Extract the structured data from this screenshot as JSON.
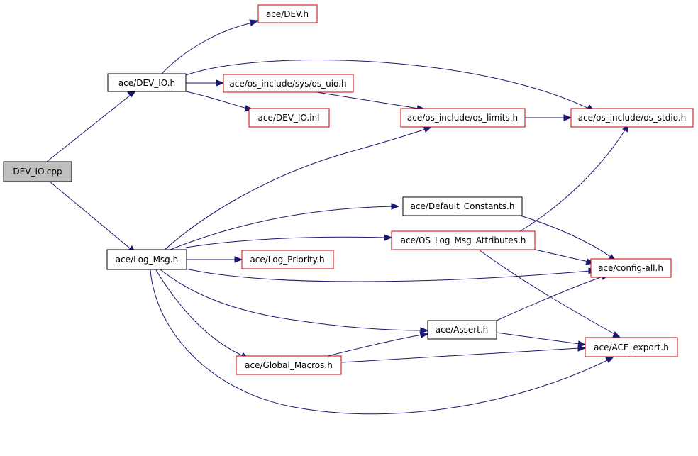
{
  "colors": {
    "edge": "#191970",
    "root_fill": "#bfbfbf",
    "node_border_black": "#000000",
    "node_border_red": "#cc0000",
    "background": "#ffffff"
  },
  "nodes": [
    {
      "id": "dev_io_cpp",
      "label": "DEV_IO.cpp",
      "style": "root"
    },
    {
      "id": "dev_io_h",
      "label": "ace/DEV_IO.h",
      "style": "black"
    },
    {
      "id": "log_msg_h",
      "label": "ace/Log_Msg.h",
      "style": "black"
    },
    {
      "id": "dev_h",
      "label": "ace/DEV.h",
      "style": "red"
    },
    {
      "id": "os_uio_h",
      "label": "ace/os_include/sys/os_uio.h",
      "style": "red"
    },
    {
      "id": "dev_io_inl",
      "label": "ace/DEV_IO.inl",
      "style": "red"
    },
    {
      "id": "os_limits_h",
      "label": "ace/os_include/os_limits.h",
      "style": "red"
    },
    {
      "id": "os_stdio_h",
      "label": "ace/os_include/os_stdio.h",
      "style": "red"
    },
    {
      "id": "default_constants_h",
      "label": "ace/Default_Constants.h",
      "style": "black"
    },
    {
      "id": "os_log_msg_attr_h",
      "label": "ace/OS_Log_Msg_Attributes.h",
      "style": "red"
    },
    {
      "id": "log_priority_h",
      "label": "ace/Log_Priority.h",
      "style": "red"
    },
    {
      "id": "config_all_h",
      "label": "ace/config-all.h",
      "style": "red"
    },
    {
      "id": "assert_h",
      "label": "ace/Assert.h",
      "style": "black"
    },
    {
      "id": "ace_export_h",
      "label": "ace/ACE_export.h",
      "style": "red"
    },
    {
      "id": "global_macros_h",
      "label": "ace/Global_Macros.h",
      "style": "red"
    }
  ],
  "edges": [
    {
      "from": "dev_io_cpp",
      "to": "dev_io_h"
    },
    {
      "from": "dev_io_cpp",
      "to": "log_msg_h"
    },
    {
      "from": "dev_io_h",
      "to": "dev_h"
    },
    {
      "from": "dev_io_h",
      "to": "os_uio_h"
    },
    {
      "from": "dev_io_h",
      "to": "dev_io_inl"
    },
    {
      "from": "dev_io_h",
      "to": "os_stdio_h"
    },
    {
      "from": "os_uio_h",
      "to": "os_limits_h"
    },
    {
      "from": "os_limits_h",
      "to": "os_stdio_h"
    },
    {
      "from": "log_msg_h",
      "to": "os_limits_h"
    },
    {
      "from": "log_msg_h",
      "to": "default_constants_h"
    },
    {
      "from": "log_msg_h",
      "to": "os_log_msg_attr_h"
    },
    {
      "from": "log_msg_h",
      "to": "log_priority_h"
    },
    {
      "from": "log_msg_h",
      "to": "config_all_h"
    },
    {
      "from": "log_msg_h",
      "to": "assert_h"
    },
    {
      "from": "log_msg_h",
      "to": "global_macros_h"
    },
    {
      "from": "log_msg_h",
      "to": "ace_export_h"
    },
    {
      "from": "default_constants_h",
      "to": "config_all_h"
    },
    {
      "from": "os_log_msg_attr_h",
      "to": "os_stdio_h"
    },
    {
      "from": "os_log_msg_attr_h",
      "to": "config_all_h"
    },
    {
      "from": "os_log_msg_attr_h",
      "to": "ace_export_h"
    },
    {
      "from": "assert_h",
      "to": "config_all_h"
    },
    {
      "from": "assert_h",
      "to": "ace_export_h"
    },
    {
      "from": "global_macros_h",
      "to": "assert_h"
    },
    {
      "from": "global_macros_h",
      "to": "ace_export_h"
    }
  ]
}
